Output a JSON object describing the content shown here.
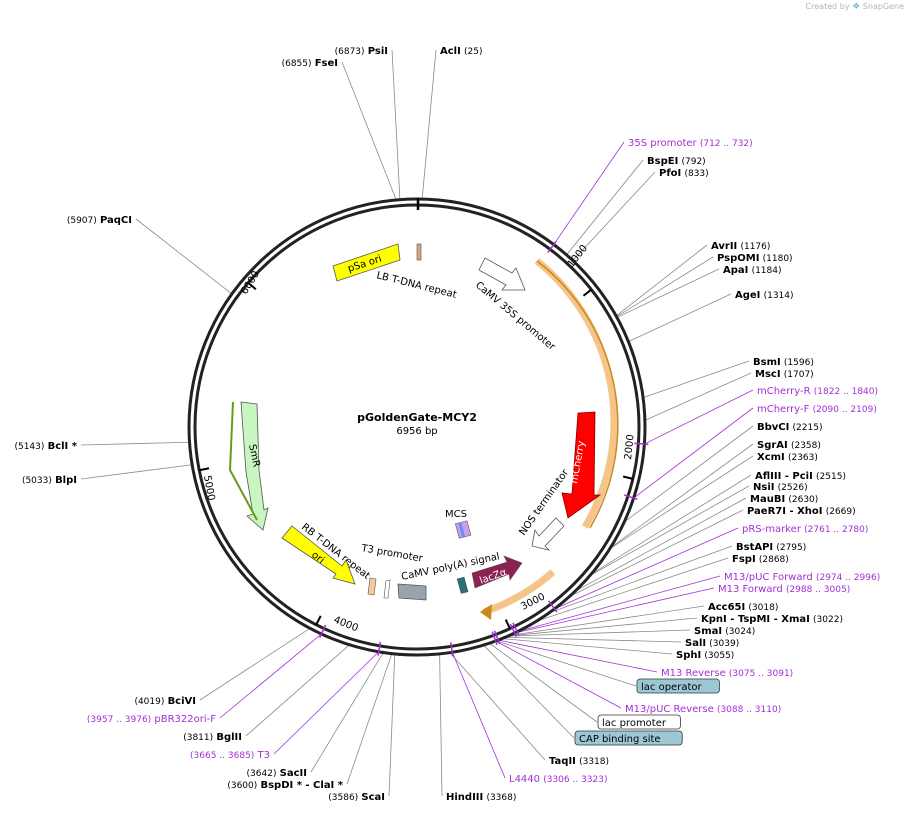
{
  "brand": {
    "prefix": "Created by",
    "name": "SnapGene"
  },
  "plasmid": {
    "name": "pGoldenGate-MCY2",
    "size_label": "6956 bp",
    "length": 6956
  },
  "ticks": [
    "1000",
    "2000",
    "3000",
    "4000",
    "5000",
    "6000"
  ],
  "features": [
    {
      "label": "pSa ori",
      "type": "box",
      "color": "#ffff00"
    },
    {
      "label": "LB T-DNA repeat",
      "type": "small",
      "color": "#d4a77a"
    },
    {
      "label": "CaMV 35S promoter",
      "type": "arrow",
      "color": "#ffffff"
    },
    {
      "label": "mCherry",
      "type": "arrow",
      "color": "#ff0000"
    },
    {
      "label": "NOS terminator",
      "type": "arrow",
      "color": "#ffffff"
    },
    {
      "label": "MCS",
      "type": "box",
      "color": "#c8a0e8"
    },
    {
      "label": "CaMV poly(A) signal",
      "type": "box",
      "color": "#9aa3ad"
    },
    {
      "label": "lacZα",
      "type": "arrow",
      "color": "#8b2252"
    },
    {
      "label": "T3 promoter",
      "type": "small",
      "color": "#ffffff"
    },
    {
      "label": "RB T-DNA repeat",
      "type": "small",
      "color": "#f5c8a0"
    },
    {
      "label": "ori",
      "type": "arrow",
      "color": "#ffff00"
    },
    {
      "label": "SmR",
      "type": "arrow",
      "color": "#c8f5c0"
    }
  ],
  "labels": [
    {
      "pos": "(6873)",
      "name": "PsiI",
      "kind": "enzyme"
    },
    {
      "name": "AclI",
      "pos": "(25)",
      "kind": "enzyme"
    },
    {
      "pos": "(6855)",
      "name": "FseI",
      "kind": "enzyme"
    },
    {
      "pos": "(5907)",
      "name": "PaqCI",
      "kind": "enzyme"
    },
    {
      "name": "35S promoter",
      "pos": "(712 .. 732)",
      "kind": "primer"
    },
    {
      "name": "BspEI",
      "pos": "(792)",
      "kind": "enzyme"
    },
    {
      "name": "PfoI",
      "pos": "(833)",
      "kind": "enzyme"
    },
    {
      "name": "AvrII",
      "pos": "(1176)",
      "kind": "enzyme"
    },
    {
      "name": "PspOMI",
      "pos": "(1180)",
      "kind": "enzyme"
    },
    {
      "name": "ApaI",
      "pos": "(1184)",
      "kind": "enzyme"
    },
    {
      "name": "AgeI",
      "pos": "(1314)",
      "kind": "enzyme"
    },
    {
      "name": "BsmI",
      "pos": "(1596)",
      "kind": "enzyme"
    },
    {
      "name": "MscI",
      "pos": "(1707)",
      "kind": "enzyme"
    },
    {
      "name": "mCherry-R",
      "pos": "(1822 .. 1840)",
      "kind": "primer"
    },
    {
      "name": "mCherry-F",
      "pos": "(2090 .. 2109)",
      "kind": "primer"
    },
    {
      "name": "BbvCI",
      "pos": "(2215)",
      "kind": "enzyme"
    },
    {
      "name": "SgrAI",
      "pos": "(2358)",
      "kind": "enzyme"
    },
    {
      "name": "XcmI",
      "pos": "(2363)",
      "kind": "enzyme"
    },
    {
      "name": "AflIII  - PciI",
      "pos": "(2515)",
      "kind": "enzyme"
    },
    {
      "name": "NsiI",
      "pos": "(2526)",
      "kind": "enzyme"
    },
    {
      "name": "MauBI",
      "pos": "(2630)",
      "kind": "enzyme"
    },
    {
      "name": "PaeR7I  - XhoI",
      "pos": "(2669)",
      "kind": "enzyme"
    },
    {
      "name": "pRS-marker",
      "pos": "(2761 .. 2780)",
      "kind": "primer"
    },
    {
      "name": "BstAPI",
      "pos": "(2795)",
      "kind": "enzyme"
    },
    {
      "name": "FspI",
      "pos": "(2868)",
      "kind": "enzyme"
    },
    {
      "name": "M13/pUC Forward",
      "pos": "(2974 .. 2996)",
      "kind": "primer"
    },
    {
      "name": "M13 Forward",
      "pos": "(2988 .. 3005)",
      "kind": "primer"
    },
    {
      "name": "Acc65I",
      "pos": "(3018)",
      "kind": "enzyme"
    },
    {
      "name": "KpnI  - TspMI  - XmaI",
      "pos": "(3022)",
      "kind": "enzyme"
    },
    {
      "name": "SmaI",
      "pos": "(3024)",
      "kind": "enzyme"
    },
    {
      "name": "SalI",
      "pos": "(3039)",
      "kind": "enzyme"
    },
    {
      "name": "SphI",
      "pos": "(3055)",
      "kind": "enzyme"
    },
    {
      "name": "M13 Reverse",
      "pos": "(3075 .. 3091)",
      "kind": "primer"
    },
    {
      "name": "lac operator",
      "pos": "",
      "kind": "box-blue"
    },
    {
      "name": "M13/pUC Reverse",
      "pos": "(3088 .. 3110)",
      "kind": "primer"
    },
    {
      "name": "lac promoter",
      "pos": "",
      "kind": "box-white"
    },
    {
      "name": "CAP binding site",
      "pos": "",
      "kind": "box-blue"
    },
    {
      "name": "TaqII",
      "pos": "(3318)",
      "kind": "enzyme"
    },
    {
      "name": "L4440",
      "pos": "(3306 .. 3323)",
      "kind": "primer"
    },
    {
      "name": "HindIII",
      "pos": "(3368)",
      "kind": "enzyme"
    },
    {
      "pos": "(3586)",
      "name": "ScaI",
      "kind": "enzyme"
    },
    {
      "pos": "(3600)",
      "name": "BspDI *  - ClaI *",
      "kind": "enzyme"
    },
    {
      "pos": "(3642)",
      "name": "SacII",
      "kind": "enzyme"
    },
    {
      "pos": "(3665 .. 3685)",
      "name": "T3",
      "kind": "primer"
    },
    {
      "pos": "(3811)",
      "name": "BglII",
      "kind": "enzyme"
    },
    {
      "pos": "(3957 .. 3976)",
      "name": "pBR322ori-F",
      "kind": "primer"
    },
    {
      "pos": "(4019)",
      "name": "BciVI",
      "kind": "enzyme"
    },
    {
      "pos": "(5143)",
      "name": "BclI *",
      "kind": "enzyme"
    },
    {
      "pos": "(5033)",
      "name": "BlpI",
      "kind": "enzyme"
    }
  ]
}
